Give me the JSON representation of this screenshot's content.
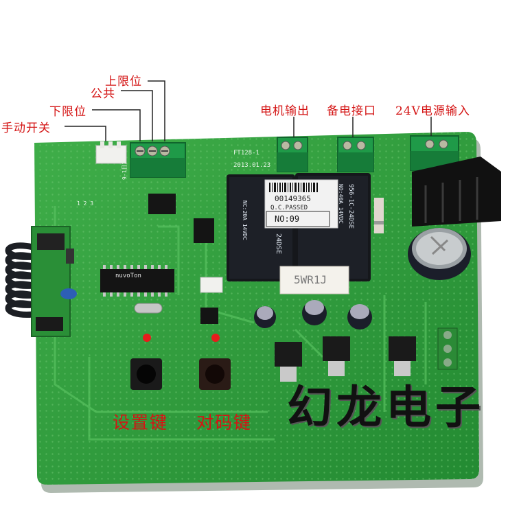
{
  "labels": {
    "upper_limit": "上限位",
    "common": "公共",
    "lower_limit": "下限位",
    "manual_switch": "手动开关",
    "motor_output": "电机输出",
    "backup_power": "备电接口",
    "power_input": "24V电源输入",
    "set_key": "设置键",
    "pair_key": "对码键"
  },
  "brand": "幻龙电子",
  "board": {
    "model": "FT128-1",
    "date": "2013.01.23",
    "mcu_brand": "nuvoTon",
    "relay_serial": "00149365",
    "relay_qc": "Q.C.PASSED",
    "relay_no": "NO:09",
    "relay_model": "956-1C-24DSE",
    "relay_rating_a": "NC:20A 14VDC",
    "relay_rating_b": "NO:40A 14VDC",
    "relay_coil": "24DSE",
    "resistor": "5WR1J",
    "header_pins": "1 2 3",
    "connector_label": "9-1日3"
  },
  "colors": {
    "pcb": "#2f9a3c",
    "label": "#d41414"
  }
}
